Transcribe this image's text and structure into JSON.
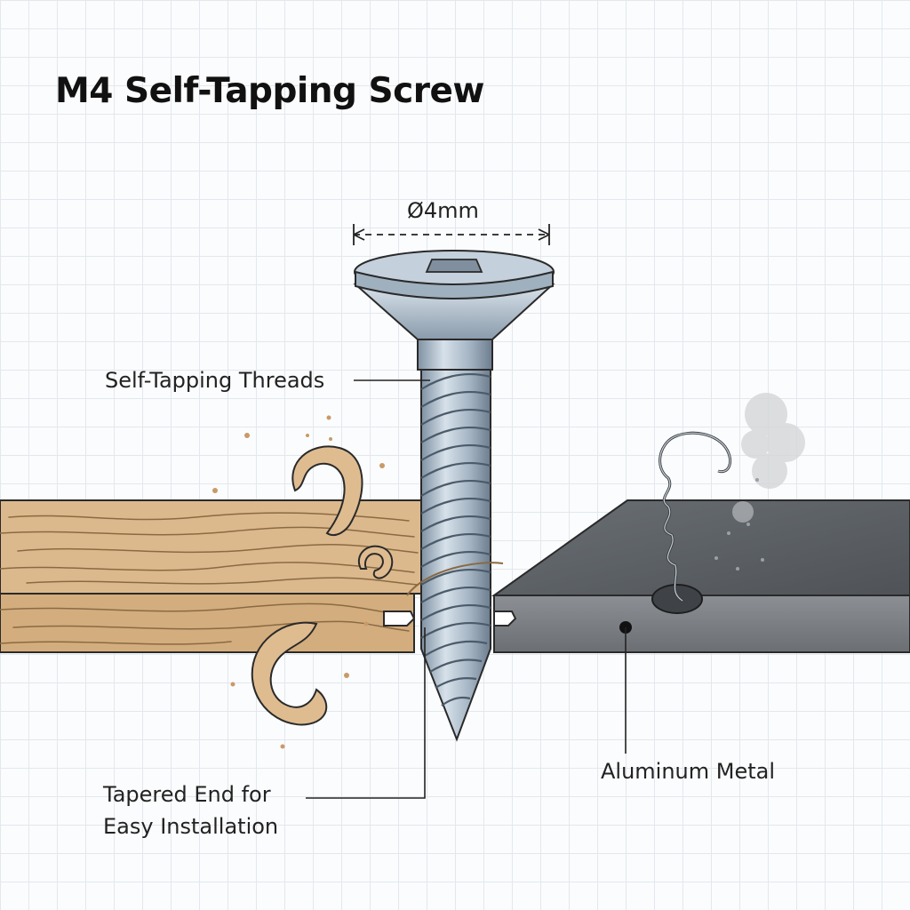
{
  "title": "M4 Self-Tapping Screw",
  "labels": {
    "diameter": "Ø4mm",
    "threads": "Self-Tapping Threads",
    "tapered_line1": "Tapered End for",
    "tapered_line2": "Easy Installation",
    "aluminum": "Aluminum Metal"
  },
  "colors": {
    "wood": "#d8b487",
    "wood_grain": "#8a6a44",
    "metal_top": "#5c6166",
    "metal_front": "#7d8186",
    "screw": "#a9b8c6",
    "screw_dark": "#6f8192"
  }
}
